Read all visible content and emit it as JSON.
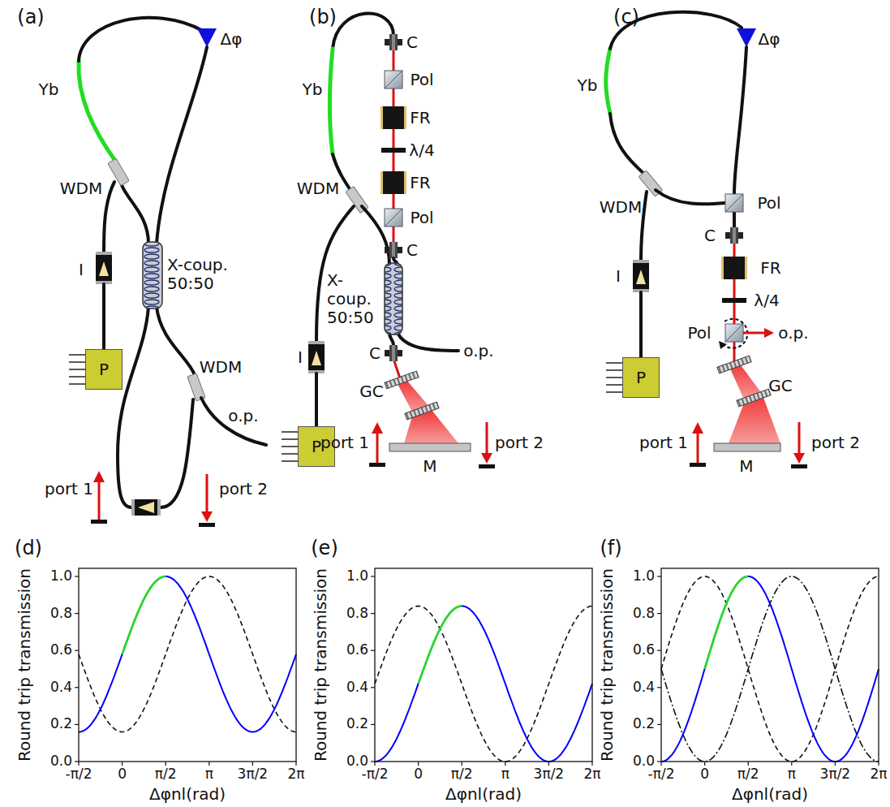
{
  "diagram": {
    "nodes": [
      {
        "text": [
          "P"
        ]
      },
      {
        "text": [
          "P"
        ]
      },
      {
        "text": [
          "P"
        ]
      }
    ],
    "labels": [
      "(a)",
      "Yb",
      "Δφ",
      "WDM",
      "X-coup. 50:50",
      "I",
      "WDM",
      "o.p.",
      "port 1",
      "port 2",
      "(b)",
      "Yb",
      "C",
      "Pol",
      "FR",
      "λ/4",
      "FR",
      "Pol",
      "C",
      "WDM",
      "X-coup. 50:50",
      "I",
      "C",
      "GC",
      "o.p.",
      "M",
      "port 1",
      "port 2",
      "(c)",
      "Yb",
      "Δφ",
      "WDM",
      "Pol",
      "C",
      "FR",
      "λ/4",
      "I",
      "Pol",
      "o.p.",
      "GC",
      "M",
      "port 1",
      "port 2",
      "(d)",
      "Round trip transmission",
      "Δφnl(rad)",
      "0.0",
      "0.2",
      "0.4",
      "0.6",
      "0.8",
      "1.0",
      "-π/2",
      "0",
      "π/2",
      "π",
      "3π/2",
      "2π",
      "(e)",
      "Round trip transmission",
      "Δφnl(rad)",
      "0.0",
      "0.2",
      "0.4",
      "0.6",
      "0.8",
      "1.0",
      "-π/2",
      "0",
      "π/2",
      "π",
      "3π/2",
      "2π",
      "(f)",
      "Round trip transmission",
      "Δφnl(rad)",
      "0.0",
      "0.2",
      "0.4",
      "0.6",
      "0.8",
      "1.0",
      "-π/2",
      "0",
      "π/2",
      "π",
      "3π/2",
      "2π"
    ]
  }
}
